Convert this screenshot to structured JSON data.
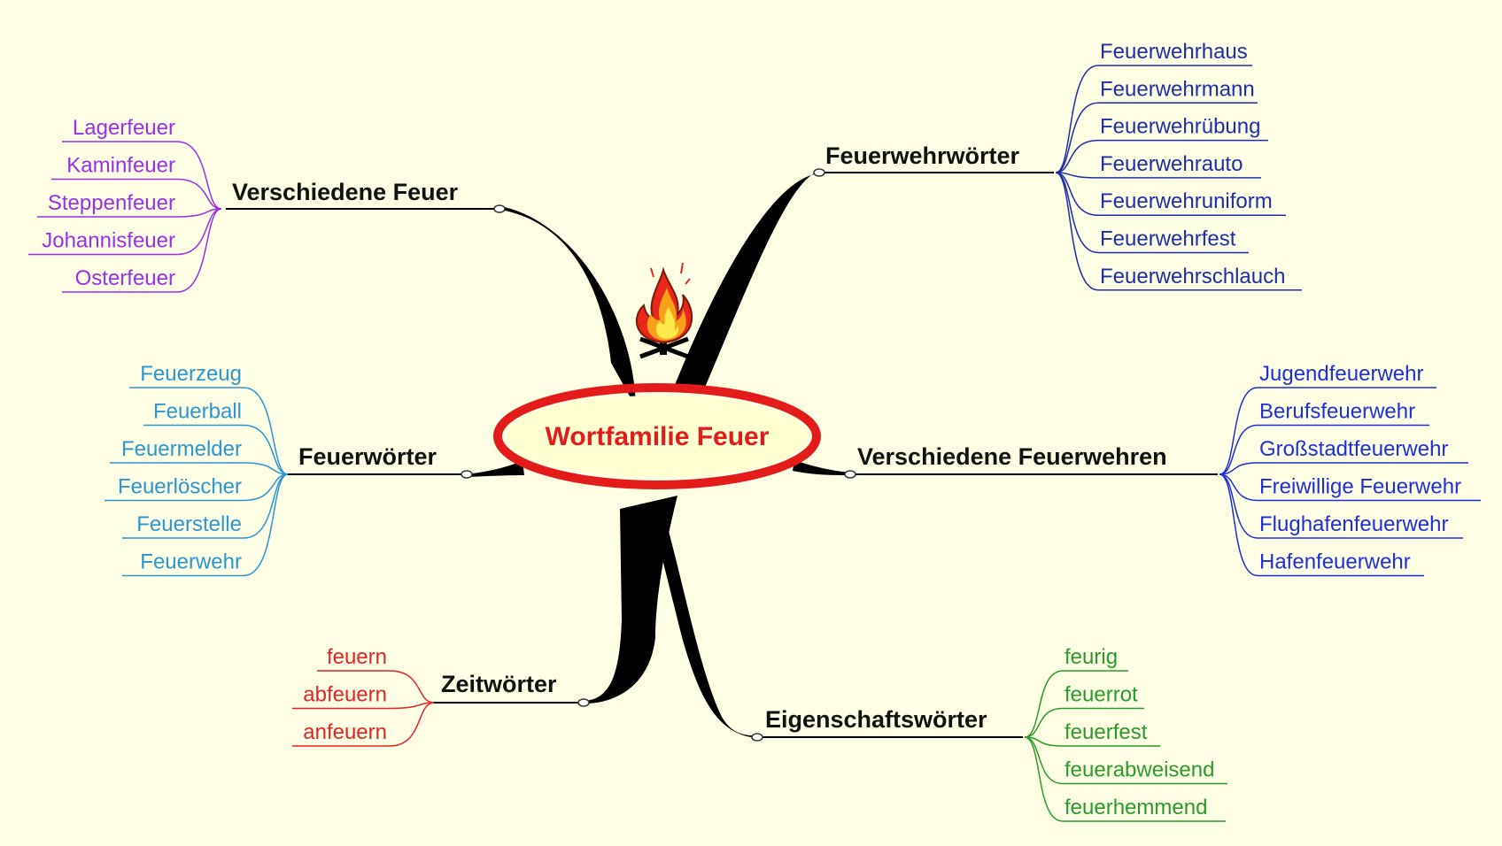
{
  "center": {
    "title": "Wortfamilie Feuer",
    "color": "#e41b1b",
    "fill": "#ffffd2"
  },
  "branches": [
    {
      "id": "verschiedene-feuer",
      "label": "Verschiedene Feuer",
      "color": "#9b2ee8",
      "items": [
        "Lagerfeuer",
        "Kaminfeuer",
        "Steppenfeuer",
        "Johannisfeuer",
        "Osterfeuer"
      ]
    },
    {
      "id": "feuerwoerter",
      "label": "Feuerwörter",
      "color": "#2a96d2",
      "items": [
        "Feuerzeug",
        "Feuerball",
        "Feuermelder",
        "Feuerlöscher",
        "Feuerstelle",
        "Feuerwehr"
      ]
    },
    {
      "id": "zeitwoerter",
      "label": "Zeitwörter",
      "color": "#e82323",
      "items": [
        "feuern",
        "abfeuern",
        "anfeuern"
      ]
    },
    {
      "id": "feuerwehrwoerter",
      "label": "Feuerwehrwörter",
      "color": "#1f2ea8",
      "items": [
        "Feuerwehrhaus",
        "Feuerwehrmann",
        "Feuerwehrübung",
        "Feuerwehrauto",
        "Feuerwehruniform",
        "Feuerwehrfest",
        "Feuerwehrschlauch"
      ]
    },
    {
      "id": "verschiedene-feuerwehren",
      "label": "Verschiedene Feuerwehren",
      "color": "#1f2ed8",
      "items": [
        "Jugendfeuerwehr",
        "Berufsfeuerwehr",
        "Großstadtfeuerwehr",
        "Freiwillige Feuerwehr",
        "Flughafenfeuerwehr",
        "Hafenfeuerwehr"
      ]
    },
    {
      "id": "eigenschaftswoerter",
      "label": "Eigenschaftswörter",
      "color": "#2a9a2a",
      "items": [
        "feurig",
        "feuerrot",
        "feuerfest",
        "feuerabweisend",
        "feuerhemmend"
      ]
    }
  ],
  "icons": {
    "center_icon": "campfire-icon"
  }
}
